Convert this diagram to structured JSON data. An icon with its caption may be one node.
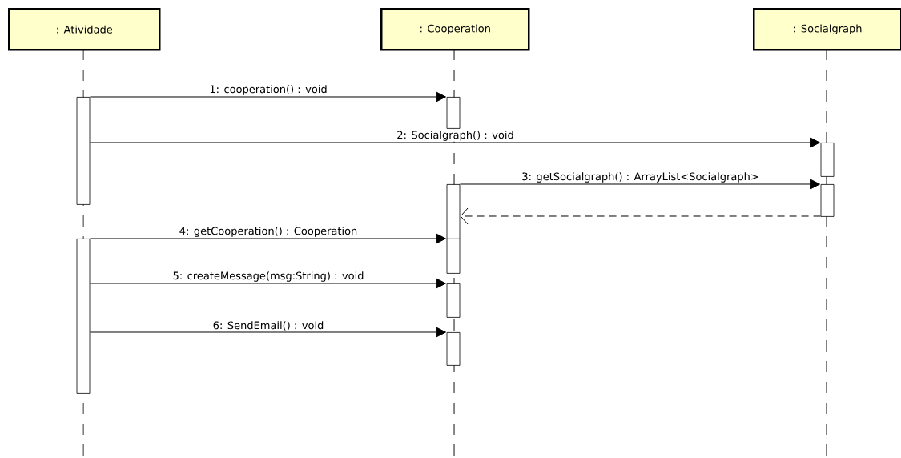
{
  "diagram": {
    "nodes": [
      {
        "text": [
          ": Atividade"
        ]
      },
      {
        "text": [
          ": Cooperation"
        ]
      },
      {
        "text": [
          ": Socialgraph"
        ]
      },
      {
        "text": [],
        "shape": "bar"
      },
      {
        "text": [],
        "shape": "bar"
      },
      {
        "text": [],
        "shape": "bar"
      },
      {
        "text": [],
        "shape": "bar"
      },
      {
        "text": [],
        "shape": "bar"
      },
      {
        "text": [],
        "shape": "bar"
      },
      {
        "text": [],
        "shape": "bar"
      },
      {
        "text": [],
        "shape": "bar"
      },
      {
        "text": [],
        "shape": "bar"
      }
    ],
    "edges": [
      {
        "from": 3,
        "to": 5,
        "arrow": "to",
        "label": "1: cooperation() : void"
      },
      {
        "from": 3,
        "to": 10,
        "arrow": "to",
        "label": "2: Socialgraph() : void"
      },
      {
        "from": 6,
        "to": 11,
        "arrow": "to",
        "label": "3: getSocialgraph() : ArrayList<Socialgraph>"
      },
      {
        "from": 11,
        "to": 6,
        "arrow": "to",
        "style": "dashed"
      },
      {
        "from": 4,
        "to": 7,
        "arrow": "to",
        "label": "4: getCooperation() : Cooperation"
      },
      {
        "from": 4,
        "to": 8,
        "arrow": "to",
        "label": "5: createMessage(msg:String) : void"
      },
      {
        "from": 4,
        "to": 9,
        "arrow": "to",
        "label": "6: SendEmail() : void"
      }
    ]
  }
}
